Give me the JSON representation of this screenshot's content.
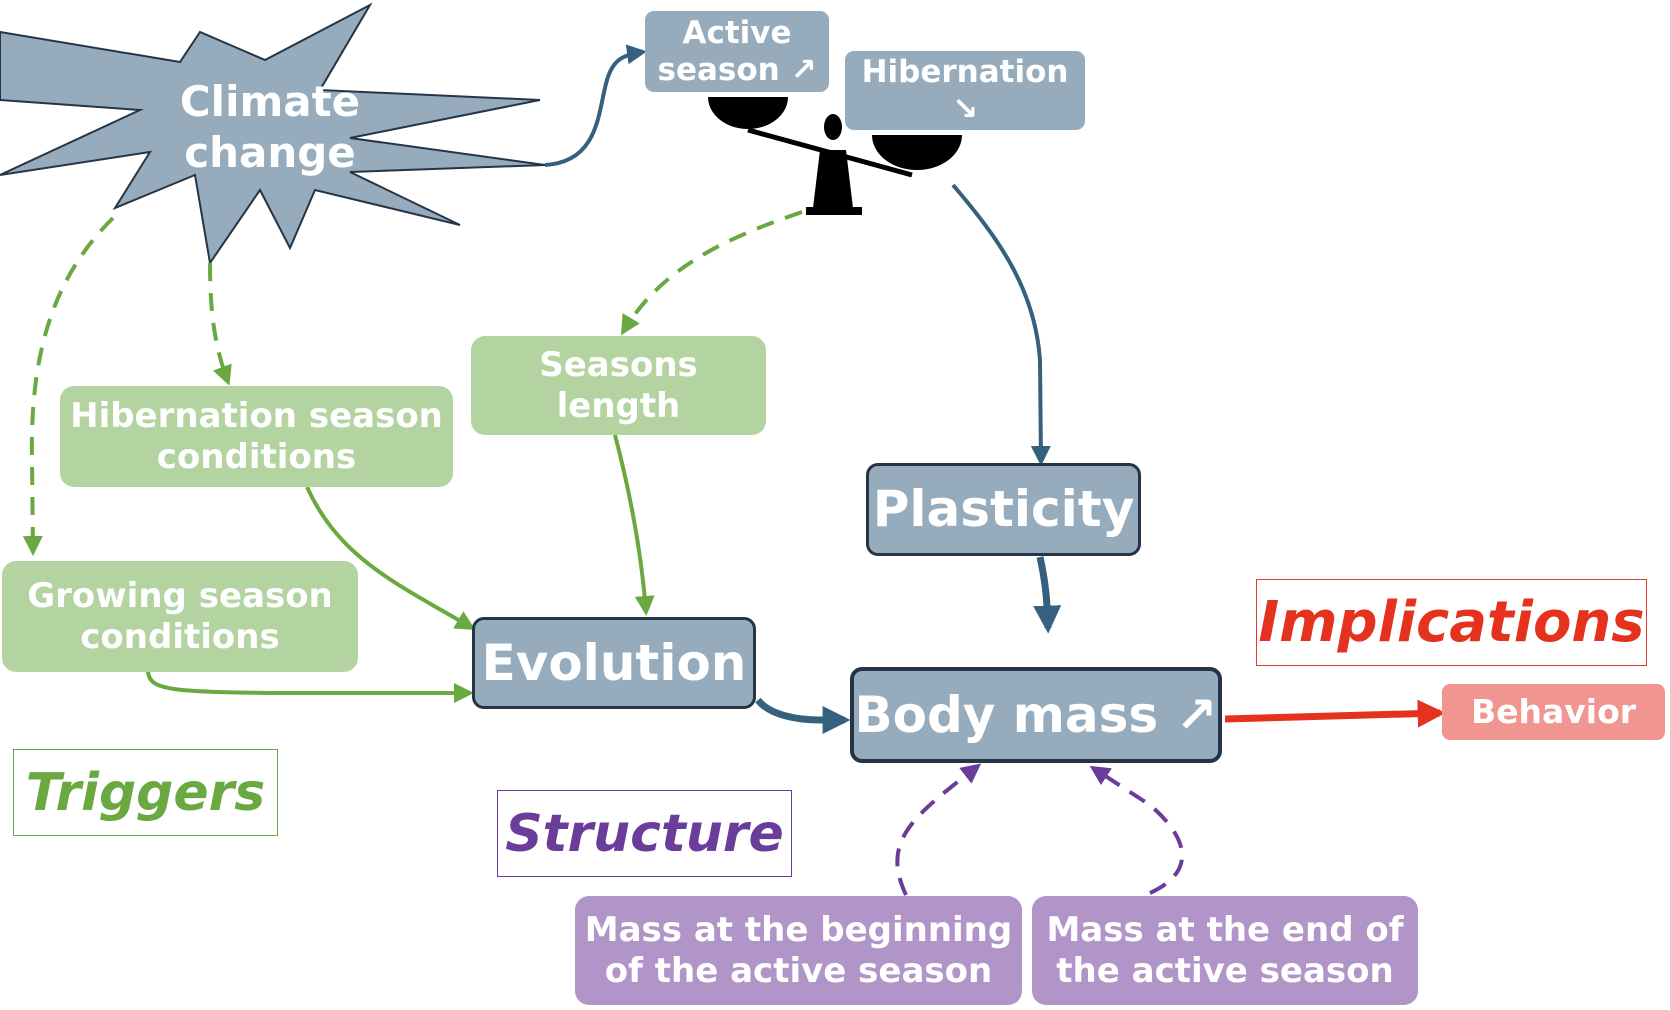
{
  "climate": {
    "line1": "Climate",
    "line2": "change"
  },
  "active_season": {
    "line1": "Active",
    "line2": "season ↗"
  },
  "hibernation": {
    "line1": "Hibernation",
    "line2": "↘"
  },
  "seasons_length": {
    "line1": "Seasons",
    "line2": "length"
  },
  "hibernation_conditions": {
    "line1": "Hibernation season",
    "line2": "conditions"
  },
  "growing_conditions": {
    "line1": "Growing season",
    "line2": "conditions"
  },
  "plasticity": "Plasticity",
  "evolution": "Evolution",
  "body_mass": "Body mass ↗",
  "behavior": "Behavior",
  "mass_begin": {
    "line1": "Mass at the beginning",
    "line2": "of the active season"
  },
  "mass_end": {
    "line1": "Mass at the end of",
    "line2": "the active season"
  },
  "labels": {
    "triggers": "Triggers",
    "structure": "Structure",
    "implications": "Implications"
  },
  "colors": {
    "blue_box": "#96acbd",
    "green_box": "#b3d4a1",
    "purple_box": "#b195c8",
    "pink_box": "#f0958f",
    "arrow_blue": "#35607e",
    "arrow_green": "#6aa842",
    "arrow_purple": "#6a3d9a",
    "arrow_red": "#e4321f"
  },
  "icons": [
    "balance-scale-icon"
  ]
}
